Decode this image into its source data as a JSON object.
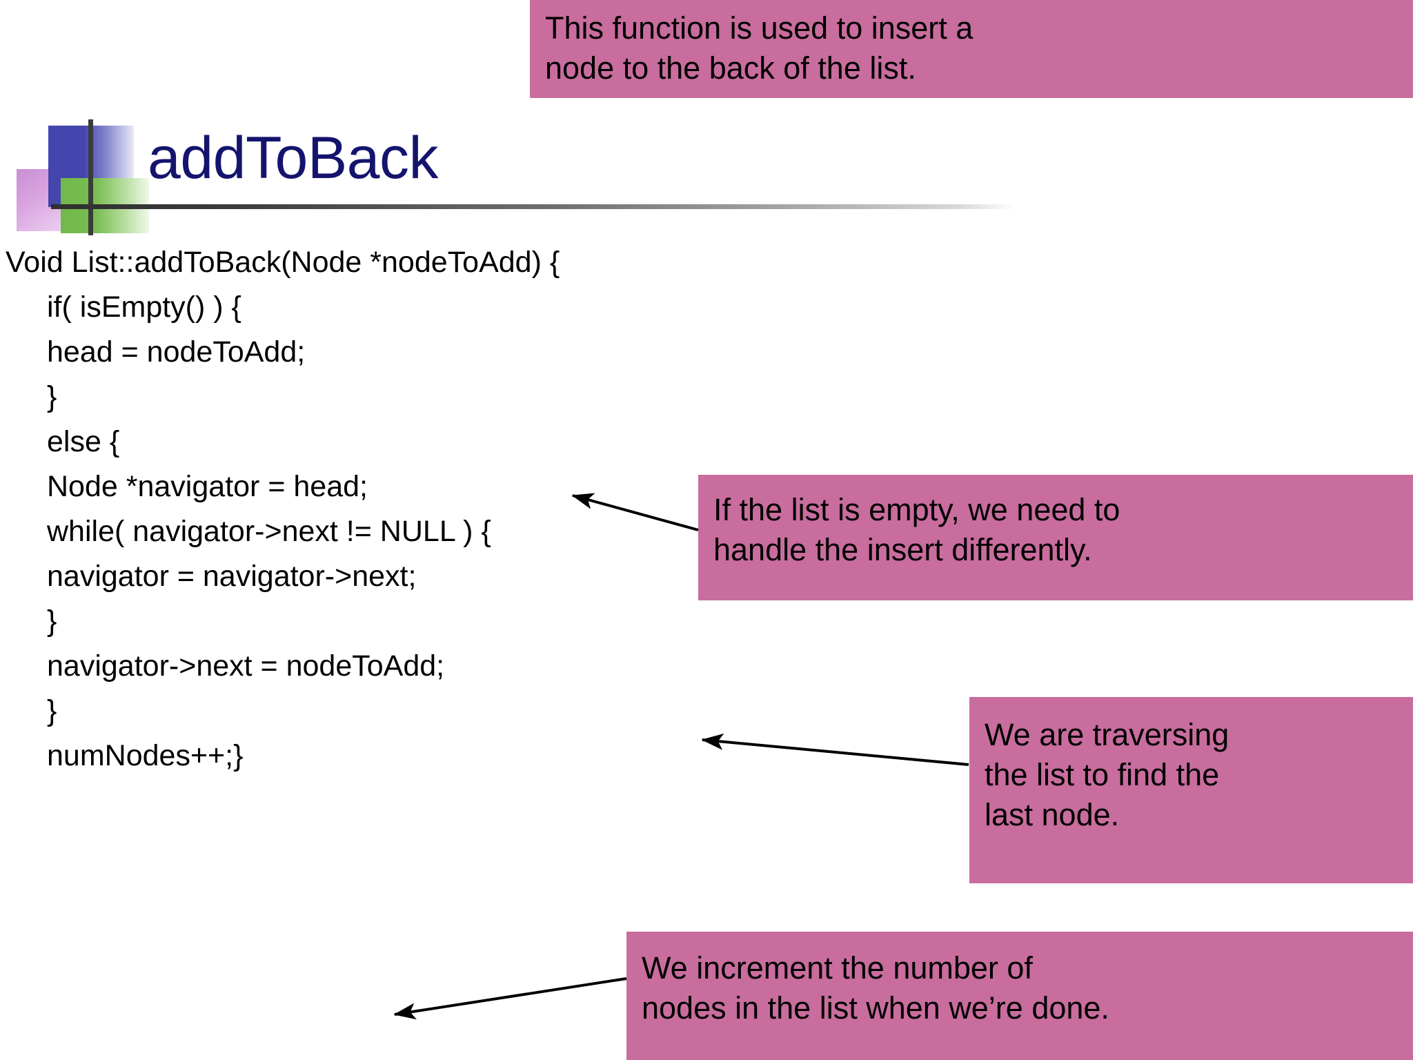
{
  "slide": {
    "title": "addToBack",
    "title_color": "#14146e",
    "callout_bg": "#c86d9d",
    "background": "#ffffff"
  },
  "code": {
    "lines": [
      {
        "text": "Void List::addToBack(Node *nodeToAdd) {",
        "indent": false
      },
      {
        "text": "if( isEmpty() ) {",
        "indent": true
      },
      {
        "text": "head = nodeToAdd;",
        "indent": true
      },
      {
        "text": "}",
        "indent": true
      },
      {
        "text": "else {",
        "indent": true
      },
      {
        "text": "Node *navigator = head;",
        "indent": true
      },
      {
        "text": "while( navigator->next != NULL ) {",
        "indent": true
      },
      {
        "text": "navigator = navigator->next;",
        "indent": true
      },
      {
        "text": "}",
        "indent": true
      },
      {
        "text": "navigator->next = nodeToAdd;",
        "indent": true
      },
      {
        "text": "}",
        "indent": true
      },
      {
        "text": "numNodes++;}",
        "indent": true
      }
    ]
  },
  "callouts": [
    {
      "id": "callout-1",
      "lines": [
        "This function is used to insert a",
        "node to the back of the list."
      ],
      "has_arrow": false
    },
    {
      "id": "callout-2",
      "lines": [
        "If the list is empty, we need to",
        "handle the insert differently."
      ],
      "has_arrow": true
    },
    {
      "id": "callout-3",
      "lines": [
        "We are traversing",
        "the list to find the",
        "last node."
      ],
      "has_arrow": true
    },
    {
      "id": "callout-4",
      "lines": [
        "We increment the number of",
        "nodes in the list when we’re done."
      ],
      "has_arrow": true
    }
  ]
}
